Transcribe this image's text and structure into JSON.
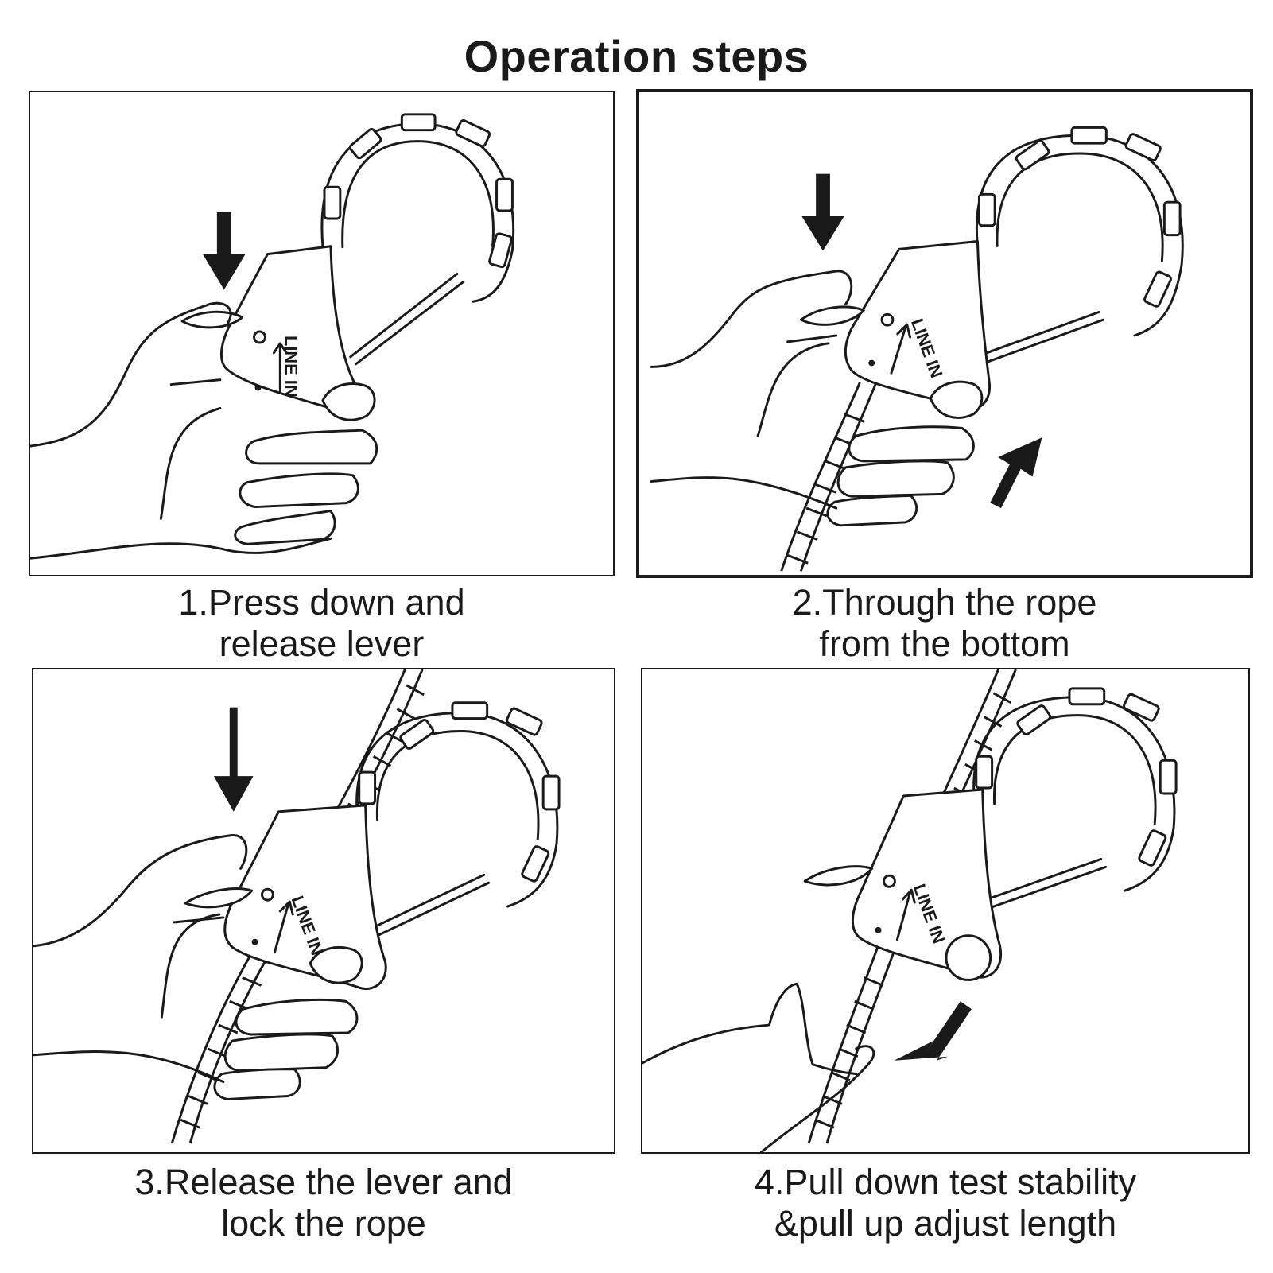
{
  "title": "Operation steps",
  "steps": [
    {
      "caption": "1.Press down and\nrelease lever",
      "device_label": "LINE IN"
    },
    {
      "caption": "2.Through the rope\nfrom the bottom",
      "device_label": "LINE IN"
    },
    {
      "caption": "3.Release the lever and\nlock the rope",
      "device_label": "LINE IN"
    },
    {
      "caption": "4.Pull down test stability\n&pull up adjust length",
      "device_label": "LINE IN"
    }
  ],
  "colors": {
    "ink": "#1a1a1a",
    "background": "#ffffff"
  }
}
